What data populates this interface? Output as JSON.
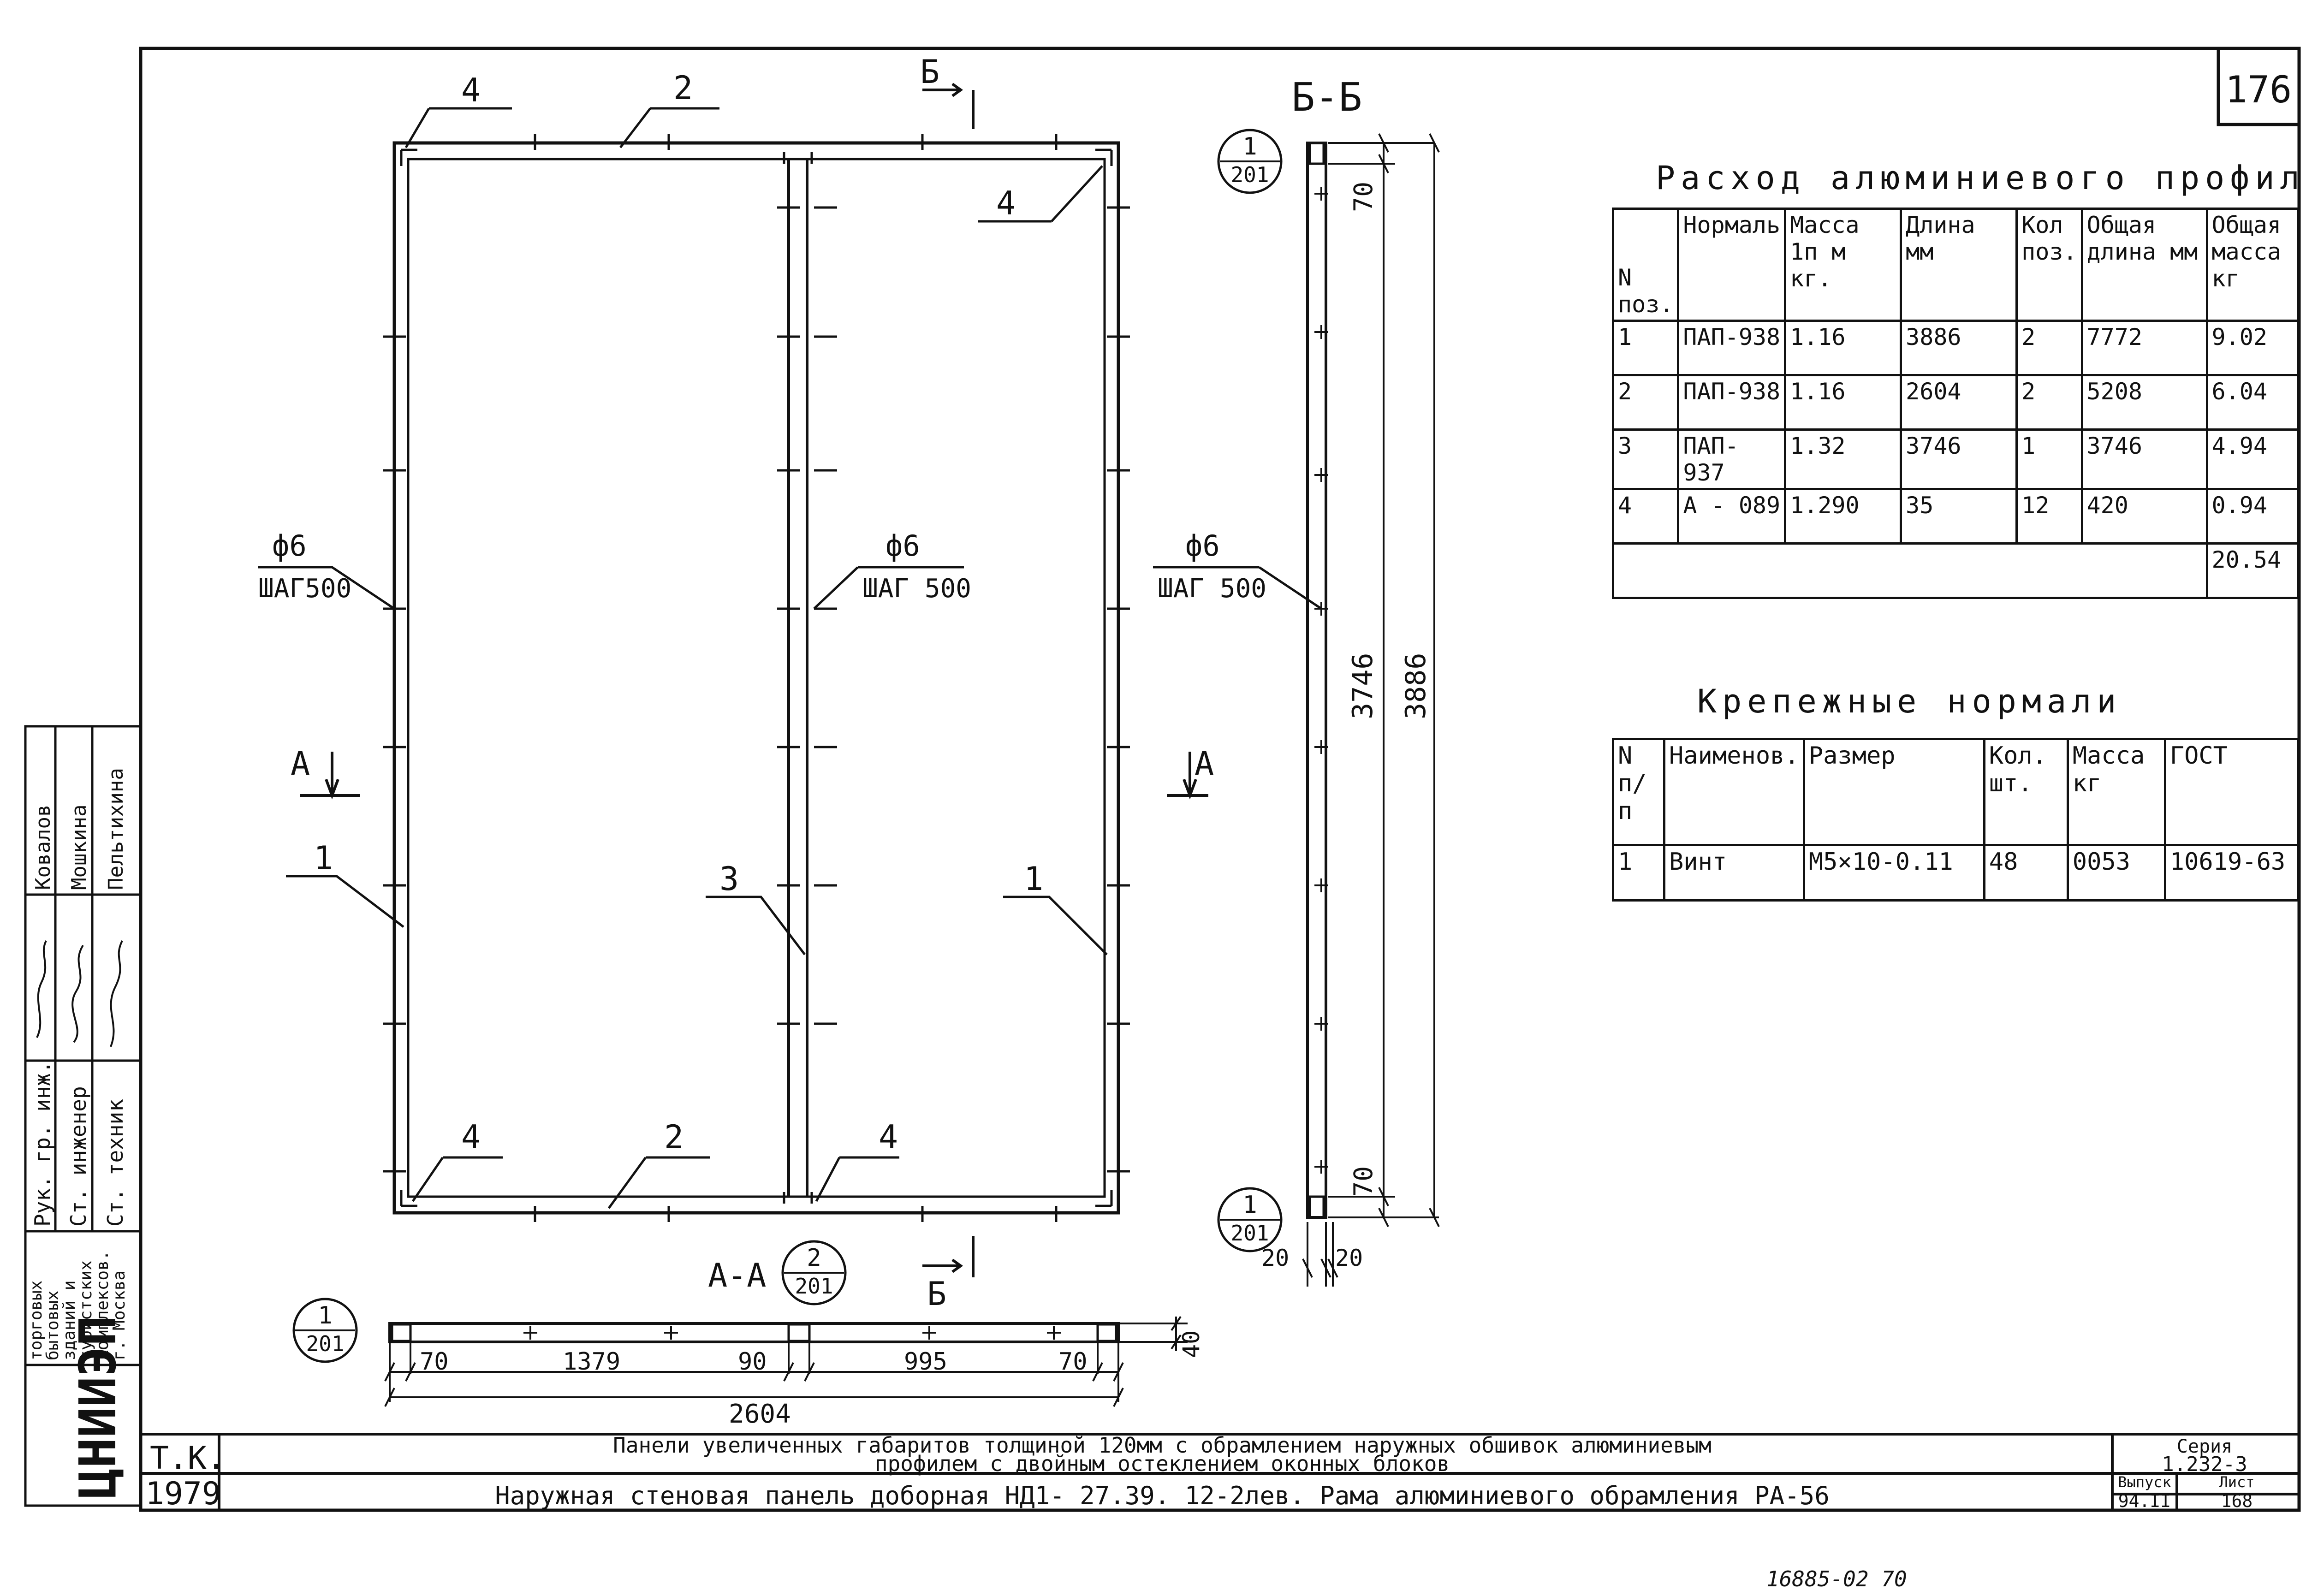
{
  "sheet_number": "176",
  "bottom_note": "16885-02   70",
  "section_bb_title": "Б-Б",
  "labels": {
    "pos_1": "1",
    "pos_2": "2",
    "pos_3": "3",
    "pos_4": "4",
    "phi6": "ф6",
    "step": "ШАГ500",
    "step_sp": "ШАГ 500",
    "section_a": "А",
    "section_b": "Б",
    "aa_title": "А-А",
    "dim_3746": "3746",
    "dim_3886": "3886",
    "dim_70": "70",
    "dim_20": "20",
    "dim_40": "40",
    "dim_1379": "1379",
    "dim_90": "90",
    "dim_995": "995",
    "dim_2604": "2604",
    "callout_top": "1",
    "callout_bottom": "201",
    "callout_aa_top": "2"
  },
  "profile_table": {
    "title": "Расход алюминиевого профиля",
    "headers": [
      "N поз.",
      "Нормаль",
      "Масса 1п м кг.",
      "Длина мм",
      "Кол поз.",
      "Общая длина мм",
      "Общая масса кг"
    ],
    "rows": [
      [
        "1",
        "ПАП-938",
        "1.16",
        "3886",
        "2",
        "7772",
        "9.02"
      ],
      [
        "2",
        "ПАП-938",
        "1.16",
        "2604",
        "2",
        "5208",
        "6.04"
      ],
      [
        "3",
        "ПАП- 937",
        "1.32",
        "3746",
        "1",
        "3746",
        "4.94"
      ],
      [
        "4",
        "А - 089",
        "1.290",
        "35",
        "12",
        "420",
        "0.94"
      ]
    ],
    "total": "20.54"
  },
  "fastener_table": {
    "title": "Крепежные нормали",
    "headers": [
      "N п/п",
      "Наименов.",
      "Размер",
      "Кол. шт.",
      "Масса кг",
      "ГОСТ"
    ],
    "rows": [
      [
        "1",
        "Винт",
        "М5×10-0.11",
        "48",
        "0053",
        "10619-63"
      ]
    ]
  },
  "stamp": {
    "org_logo": "ЦНИИЭП",
    "org_lines": [
      "торговых",
      "бытовых",
      "зданий и",
      "туристских",
      "комплексов.",
      "г. Москва"
    ],
    "roles": [
      "Рук. гр. инж.",
      "Ст. инженер",
      "Ст. техник"
    ],
    "names": [
      "Ковалов",
      "Мошкина",
      "Пельтихина"
    ]
  },
  "title_block": {
    "code": "Т.К.",
    "year": "1979",
    "line1": "Панели увеличенных габаритов толщиной 120мм с обрамлением наружных обшивок алюминиевым",
    "line1b": "профилем с двойным остеклением оконных блоков",
    "line2": "Наружная стеновая панель доборная НД1- 27.39. 12-2лев. Рама алюминиевого обрамления РА-56",
    "series_label": "Серия",
    "series_value": "1.232-3",
    "issue_label": "Выпуск",
    "issue_value": "94.II",
    "sheet_label": "Лист",
    "sheet_value": "168"
  }
}
